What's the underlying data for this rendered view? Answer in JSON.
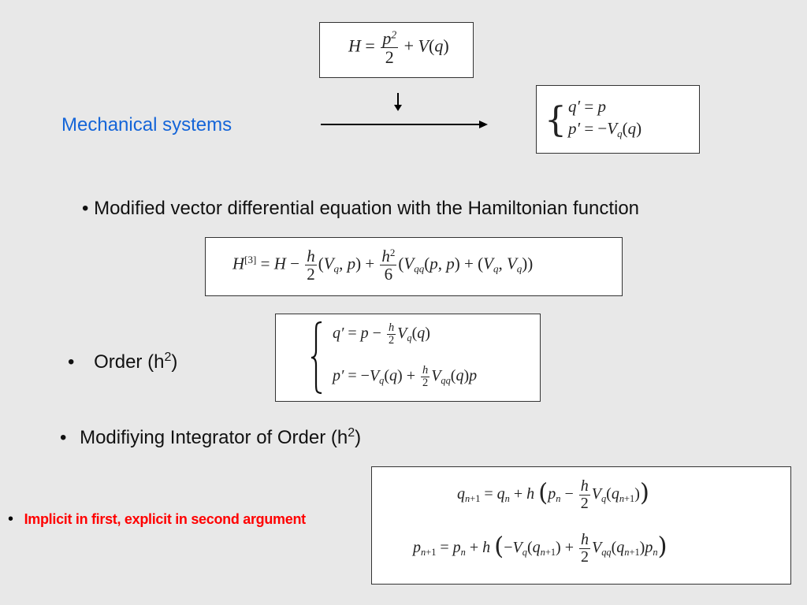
{
  "header": {
    "mechanical_label": "Mechanical systems",
    "hamiltonian_eq": "H = p^2/2 + V(q)",
    "system_eq_line1": "q' = p",
    "system_eq_line2": "p' = -V_q(q)"
  },
  "bullets": {
    "modified_vde": "• Modified  vector differential equation with the Hamiltonian function",
    "order_label": "Order (h",
    "order_sup": "2",
    "order_close": ")",
    "modifying_label": "Modifiying Integrator  of Order (h",
    "modifying_sup": "2",
    "modifying_close": ")",
    "implicit_note": "Implicit in first, explicit in second argument",
    "bullet_symbol": "•"
  },
  "equations": {
    "modified_hamiltonian": "H^[3] = H - h/2 (V_q, p) + h^2/6 (V_qq(p,p) + (V_q, V_q))",
    "order_line1": "q' = p - h/2 V_q(q)",
    "order_line2": "p' = -V_q(q) + h/2 V_qq(q) p",
    "integrator_line1": "q_{n+1} = q_n + h ( p_n - h/2 V_q(q_{n+1}) )",
    "integrator_line2": "p_{n+1} = p_n + h ( -V_q(q_{n+1}) + h/2 V_qq(q_{n+1}) p_n )"
  },
  "colors": {
    "background": "#e8e8e8",
    "mechanical_label": "#1565d8",
    "implicit_note": "#ff0000"
  }
}
